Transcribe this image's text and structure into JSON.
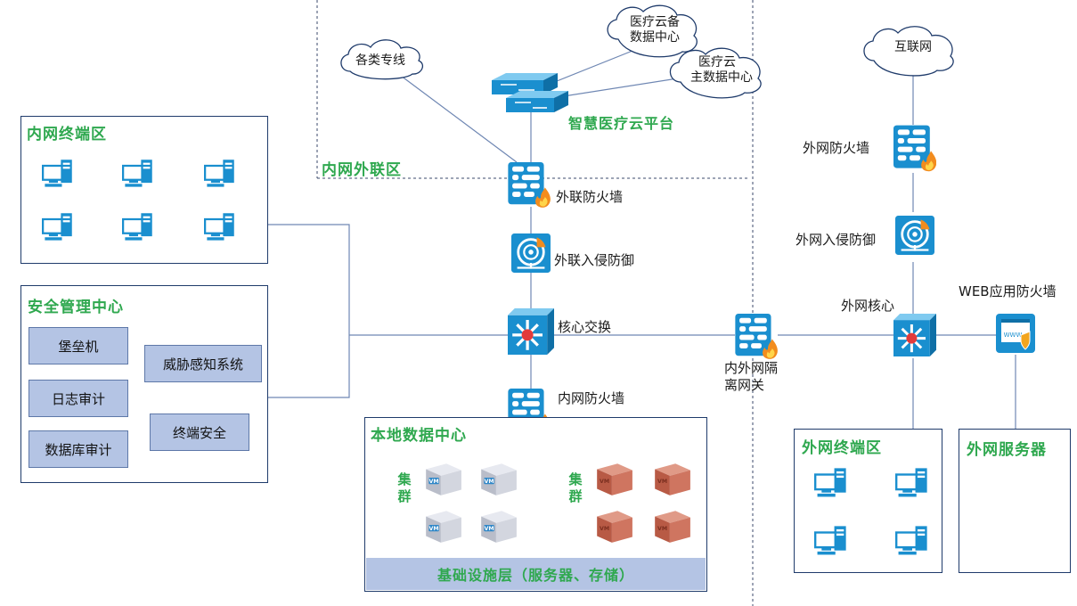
{
  "zones": {
    "inner_terminal": "内网终端区",
    "security_center": "安全管理中心",
    "inner_outer": "内网外联区",
    "local_dc": "本地数据中心",
    "outer_terminal": "外网终端区",
    "outer_server": "外网服务器"
  },
  "clouds": {
    "lines": "各类专线",
    "backup_dc_line1": "医疗云备",
    "backup_dc_line2": "数据中心",
    "main_dc_line1": "医疗云",
    "main_dc_line2": "主数据中心",
    "internet": "互联网"
  },
  "devices": {
    "platform": "智慧医疗云平台",
    "ext_firewall": "外联防火墙",
    "ext_ips": "外联入侵防御",
    "core_switch": "核心交换",
    "inner_firewall": "内网防火墙",
    "gatekeeper_line1": "内外网隔",
    "gatekeeper_line2": "离网关",
    "outer_firewall": "外网防火墙",
    "outer_ips": "外网入侵防御",
    "outer_core": "外网核心",
    "waf": "WEB应用防火墙"
  },
  "security_items": {
    "bastion": "堡垒机",
    "log_audit": "日志审计",
    "db_audit": "数据库审计",
    "threat": "威胁感知系统",
    "endpoint": "终端安全"
  },
  "datacenter": {
    "cluster1_char1": "集",
    "cluster1_char2": "群",
    "cluster2_char1": "集",
    "cluster2_char2": "群",
    "vm_label": "VM",
    "infra": "基础设施层（服务器、存储）"
  },
  "waf_screen_text": "WWW",
  "colors": {
    "zone_title": "#2fa84f",
    "device_blue": "#1a8fcf",
    "box_border": "#1f3b6b",
    "pill_fill": "#b4c4e4",
    "vm_gray": "#c8ccd8",
    "vm_orange": "#c96e57",
    "flame": "#f28c1e"
  },
  "icons": [
    "cloud-icon",
    "switch-icon",
    "firewall-icon",
    "ips-icon",
    "core-switch-icon",
    "computer-icon",
    "vm-icon",
    "waf-icon",
    "server-icon"
  ]
}
